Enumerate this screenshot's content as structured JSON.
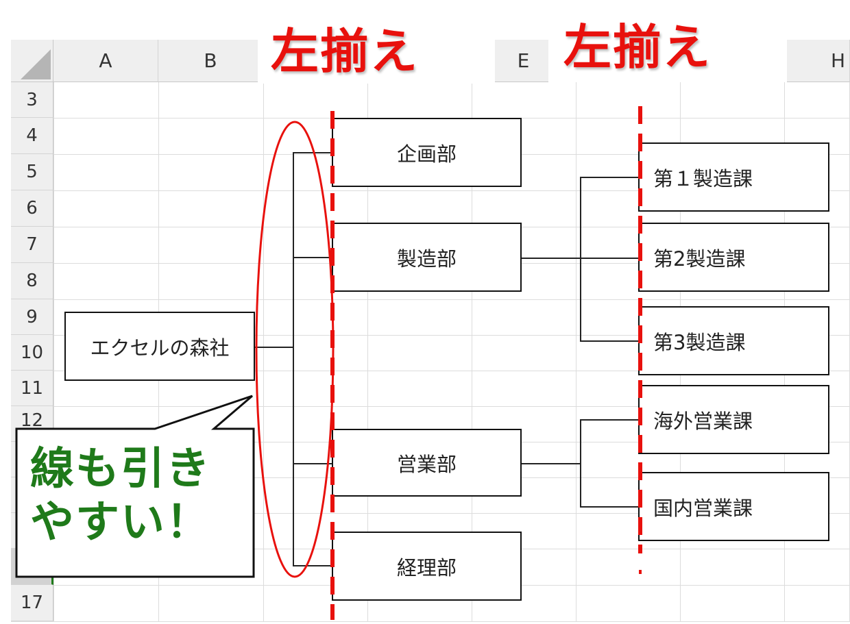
{
  "spreadsheet": {
    "columns": [
      "A",
      "B",
      "",
      "",
      "E",
      "",
      "",
      "H"
    ],
    "rows": [
      "3",
      "4",
      "5",
      "6",
      "7",
      "8",
      "9",
      "10",
      "11",
      "12",
      "",
      "",
      "",
      "",
      "17"
    ],
    "highlight_color": "#1f7a1a"
  },
  "annotations": {
    "left_title": "左揃え",
    "right_title": "左揃え",
    "callout_line1": "線も引き",
    "callout_line2": "やすい！",
    "title_color": "#e8110d",
    "callout_color": "#1f7a1a"
  },
  "org_chart": {
    "root": "エクセルの森社",
    "departments": [
      "企画部",
      "製造部",
      "営業部",
      "経理部"
    ],
    "sections": [
      "第１製造課",
      "第2製造課",
      "第3製造課",
      "海外営業課",
      "国内営業課"
    ]
  }
}
